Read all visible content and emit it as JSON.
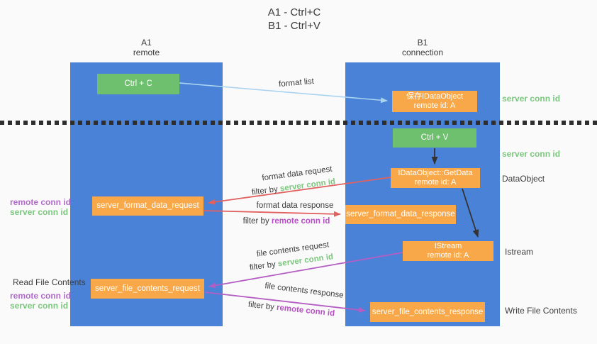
{
  "title": {
    "line1": "A1 - Ctrl+C",
    "line2": "B1 - Ctrl+V"
  },
  "lanes": {
    "a": {
      "name": "A1",
      "role": "remote"
    },
    "b": {
      "name": "B1",
      "role": "connection"
    }
  },
  "nodes": {
    "ctrl_c": {
      "label": "Ctrl + C"
    },
    "ctrl_v": {
      "label": "Ctrl + V"
    },
    "save_dataobject": {
      "line1": "保存IDataObject",
      "line2": "remote id: A"
    },
    "getdata": {
      "line1": "IDataObject::GetData",
      "line2": "remote id: A"
    },
    "istream": {
      "line1": "IStream",
      "line2": "remote id: A"
    },
    "format_request": {
      "label": "server_format_data_request"
    },
    "format_response": {
      "label": "server_format_data_response"
    },
    "file_request": {
      "label": "server_file_contents_request"
    },
    "file_response": {
      "label": "server_file_contents_response"
    }
  },
  "flow_labels": {
    "format_list": "format list",
    "format_data_request": "format data request",
    "format_data_response": "format data response",
    "file_contents_request": "file contents request",
    "file_contents_response": "file contents response",
    "filter_by": "filter by"
  },
  "annotations": {
    "server_conn_id": "server conn id",
    "remote_conn_id": "remote conn id",
    "dataobject": "DataObject",
    "istream": "Istream",
    "read_file_contents": "Read File Contents",
    "write_file_contents": "Write File Contents"
  },
  "colors": {
    "lane_blue": "#4a82d8",
    "node_orange": "#f8a848",
    "node_green": "#6ebf6e",
    "arrow_blue": "#a9d3f0",
    "arrow_red": "#e26060",
    "arrow_purple": "#b45ec4",
    "arrow_black": "#333333",
    "text_green": "#7cc77e",
    "text_purple": "#b16dc9"
  }
}
